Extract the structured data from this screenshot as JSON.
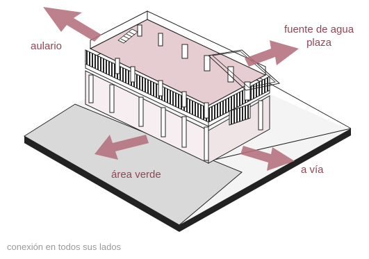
{
  "labels": {
    "aulario": "aulario",
    "fuente": "fuente de agua",
    "plaza": "plaza",
    "area_verde": "área verde",
    "via": "a vía"
  },
  "caption": "conexión en todos sus lados",
  "colors": {
    "arrow": "#b36f7d",
    "label": "#8f4654",
    "roof": "#e6cdd2",
    "ground": "#d8d8d8",
    "caption": "#9a9a9a"
  }
}
